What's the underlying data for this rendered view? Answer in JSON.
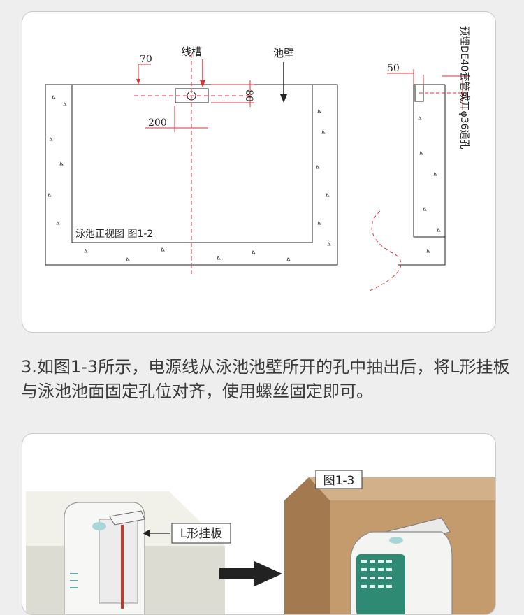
{
  "diagram_front": {
    "label_70": "70",
    "label_cable_slot": "线槽",
    "label_pool_wall": "池壁",
    "label_80": "80",
    "label_200": "200",
    "caption": "泳池正视图    图1-2"
  },
  "diagram_side": {
    "label_50": "50",
    "label_pipe_note": "预埋DE40套管或开φ36通孔"
  },
  "instruction": {
    "text": "3.如图1-3所示，电源线从泳池池壁所开的孔中抽出后，将L形挂板与泳池池面固定孔位对齐，使用螺丝固定即可。"
  },
  "figure_install": {
    "label_bracket": "L形挂板",
    "label_figure": "图1-3"
  },
  "colors": {
    "line": "#222222",
    "red_dash": "#e0333a",
    "card_border": "#c9c9c9",
    "background": "#eeeeee",
    "wall_light": "#e7e7df",
    "wall_wood": "#c39b6d"
  }
}
